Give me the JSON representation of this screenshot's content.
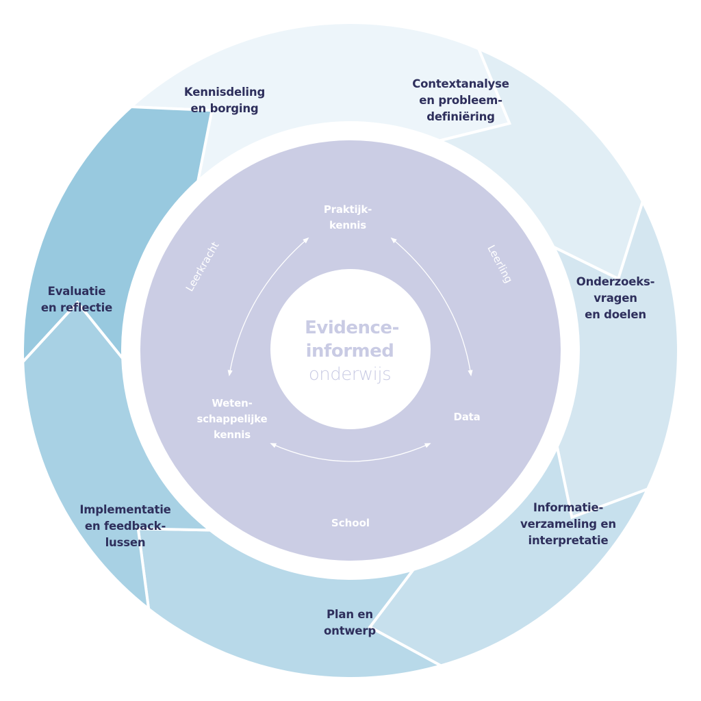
{
  "center": {
    "title_line1": "Evidence-",
    "title_line2": "informed",
    "title_line3": "onderwijs"
  },
  "cycle_steps": [
    {
      "id": "context",
      "lines": [
        "Contextanalyse",
        "en probleem-",
        "definiëring"
      ],
      "color": "#edf5fa"
    },
    {
      "id": "vragen",
      "lines": [
        "Onderzoeks-",
        "vragen",
        "en doelen"
      ],
      "color": "#e1eef5"
    },
    {
      "id": "informatie",
      "lines": [
        "Informatie-",
        "verzameling en",
        "interpretatie"
      ],
      "color": "#d4e6f0"
    },
    {
      "id": "plan",
      "lines": [
        "Plan en",
        "ontwerp"
      ],
      "color": "#c7e0ed"
    },
    {
      "id": "implementatie",
      "lines": [
        "Implementatie",
        "en feedback-",
        "lussen"
      ],
      "color": "#b8d9e9"
    },
    {
      "id": "evaluatie",
      "lines": [
        "Evaluatie",
        "en reflectie"
      ],
      "color": "#a8d1e4"
    },
    {
      "id": "kennisdeling",
      "lines": [
        "Kennisdeling",
        "en borging"
      ],
      "color": "#98c9df"
    }
  ],
  "knowledge_sources": {
    "praktijk": [
      "Praktijk-",
      "kennis"
    ],
    "wetenschap": [
      "Weten-",
      "schappelijke",
      "kennis"
    ],
    "data": [
      "Data"
    ]
  },
  "roles": {
    "leerkracht": "Leerkracht",
    "leerling": "Leerling",
    "school": "School"
  },
  "colors": {
    "inner_disc": "#cbcde4",
    "center_text": "#c9cbe4",
    "step_text": "#2e2f5c",
    "inner_text": "#ffffff"
  }
}
